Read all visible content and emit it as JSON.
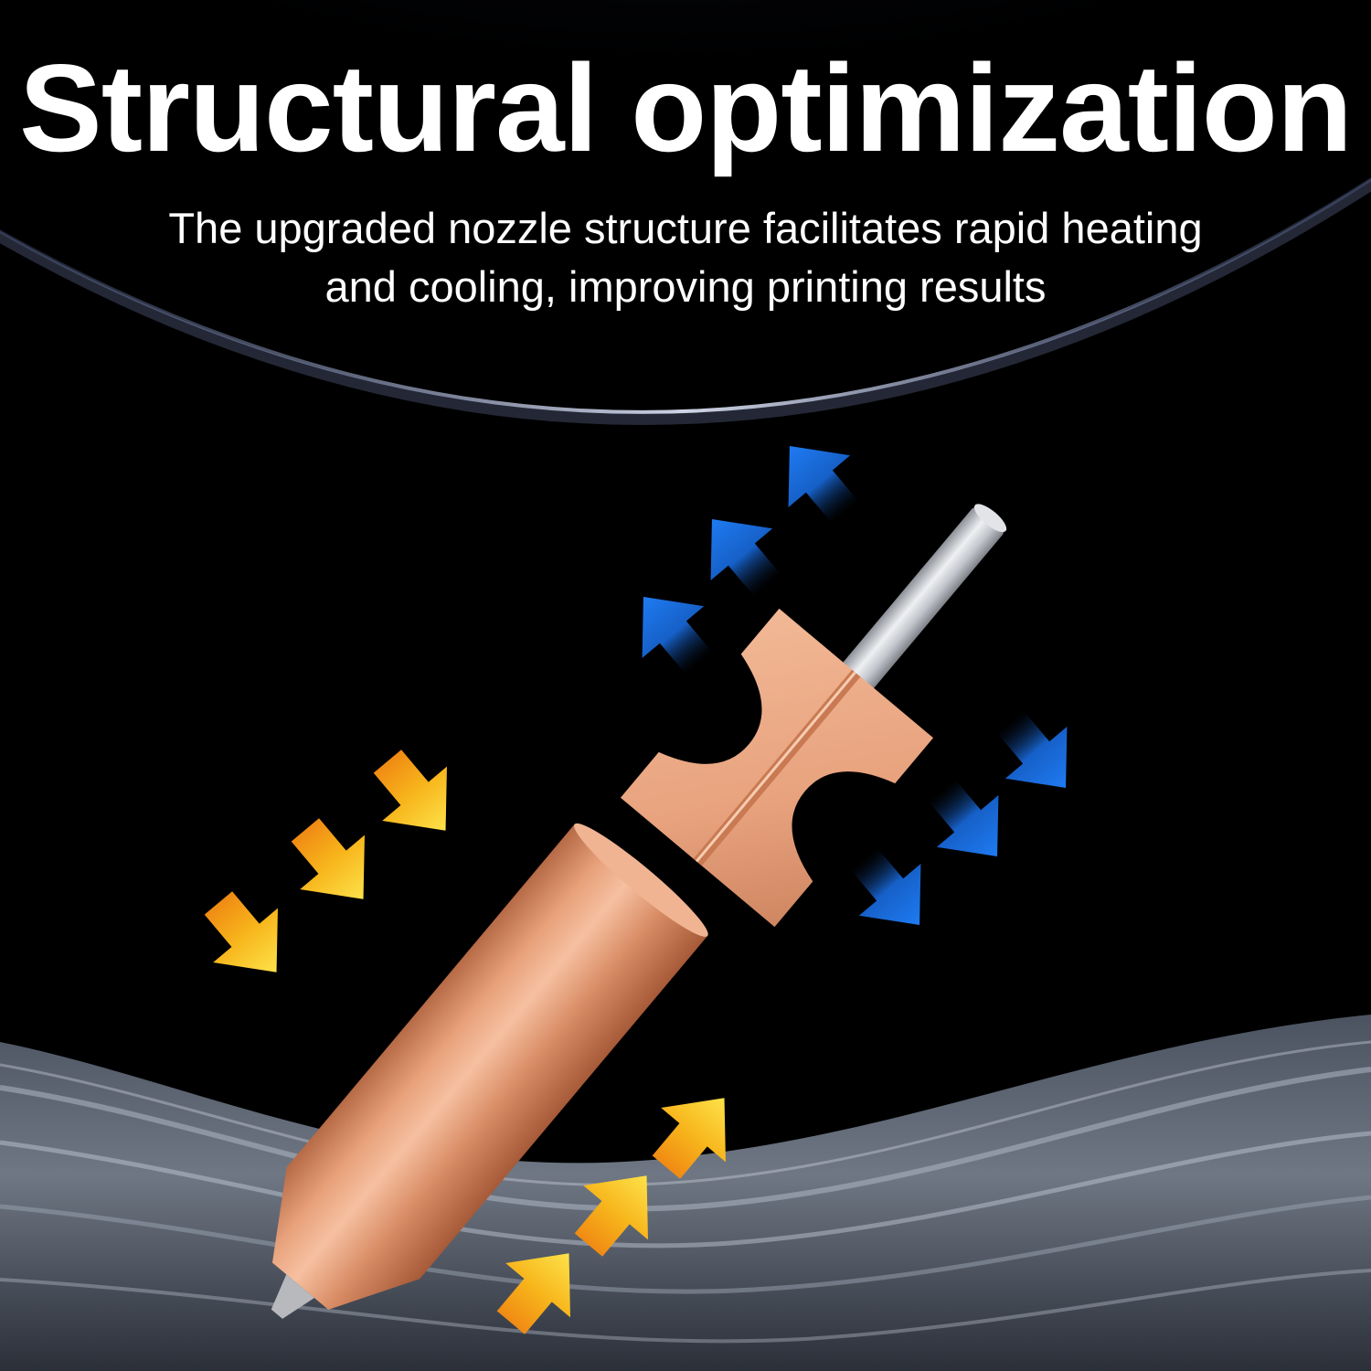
{
  "banner": {
    "headline": "Structural optimization",
    "subline_1": "The upgraded nozzle structure facilitates rapid heating",
    "subline_2": "and cooling, improving printing results"
  },
  "colors": {
    "background": "#000000",
    "text": "#ffffff",
    "copper": "#e49a73",
    "steel": "#c9cbd0",
    "cool_arrow": "#1a6fe0",
    "heat_arrow": "#f5b716"
  },
  "icons": {
    "cool": "arrow-icon-blue",
    "heat": "arrow-icon-yellow"
  }
}
